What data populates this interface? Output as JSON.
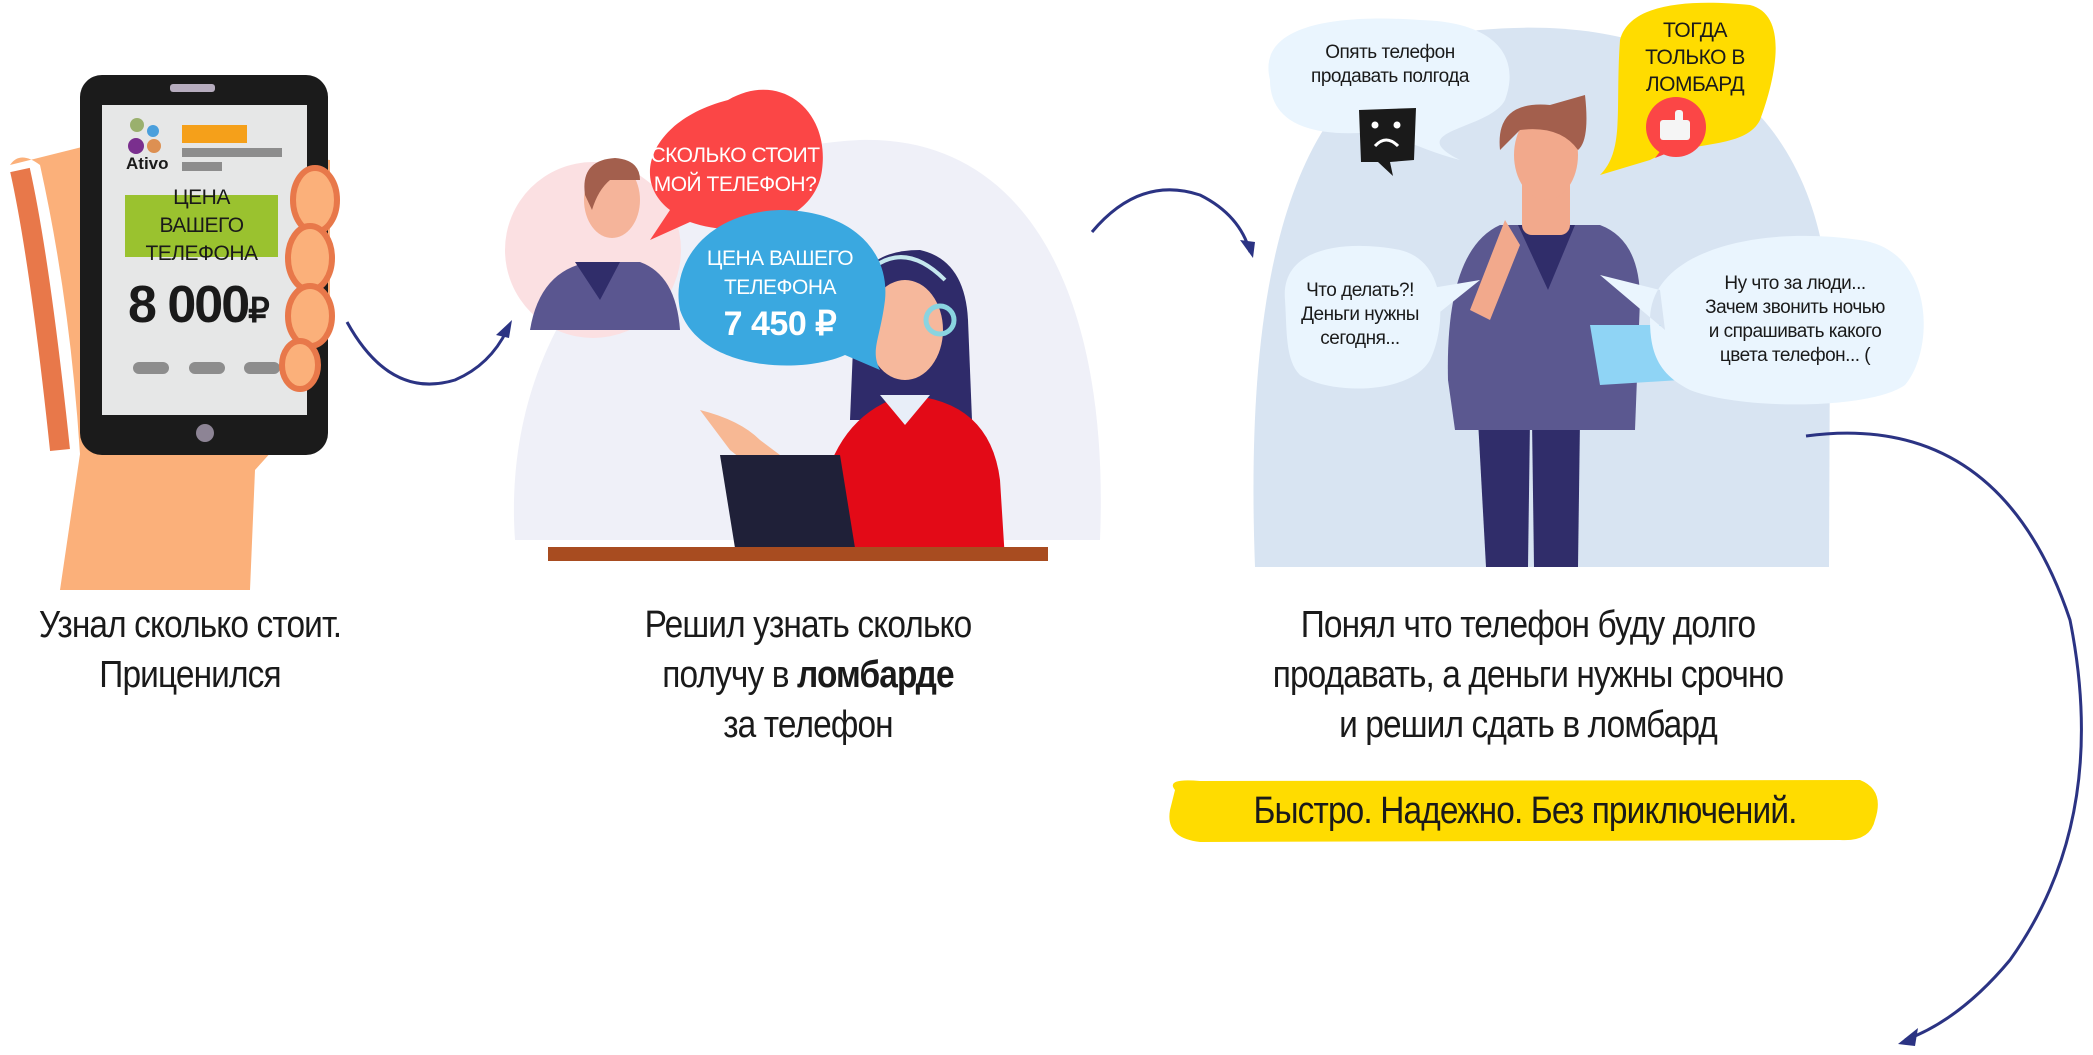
{
  "step1": {
    "phone": {
      "logo": "Ativo",
      "price_label": "ЦЕНА ВАШЕГО ТЕЛЕФОНА",
      "price_value": "8 000",
      "currency": "₽"
    },
    "caption_lines": [
      "Узнал сколько стоит.",
      "Приценился"
    ]
  },
  "step2": {
    "question_bubble": [
      "СКОЛЬКО СТОИТ",
      "МОЙ ТЕЛЕФОН?"
    ],
    "answer_bubble": [
      "ЦЕНА ВАШЕГО",
      "ТЕЛЕФОНА"
    ],
    "answer_value": "7 450 ₽",
    "caption_line1": "Решил узнать сколько",
    "caption_line2_prefix": "получу в ",
    "caption_line2_bold": "ломбарде",
    "caption_line3": "за телефон"
  },
  "step3": {
    "bubble_sell": [
      "Опять телефон",
      "продавать полгода"
    ],
    "bubble_pawn": [
      "ТОГДА",
      "ТОЛЬКО В",
      "ЛОМБАРД"
    ],
    "bubble_money": [
      "Что делать?!",
      "Деньги нужны",
      "сегодня..."
    ],
    "bubble_people": [
      "Ну что за люди...",
      "Зачем звонить ночью",
      "и спрашивать какого",
      "цвета телефон... ("
    ],
    "caption_lines": [
      "Понял что телефон буду долго",
      "продавать, а деньги нужны срочно",
      "и решил сдать в ломбард"
    ],
    "slogan": "Быстро. Надежно. Без приключений."
  },
  "colors": {
    "arrow": "#2b3383",
    "yellow": "#ffdc00",
    "red": "#fb4646",
    "blue": "#3aa8e0",
    "green": "#9ac22f",
    "blob": "#d8e4f2"
  }
}
